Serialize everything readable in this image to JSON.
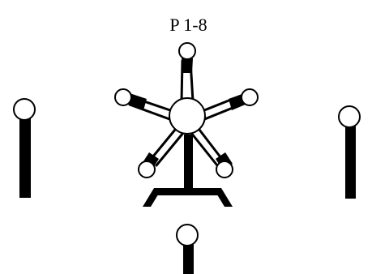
{
  "title": "P 1-8",
  "colors": {
    "stroke": "#000000",
    "fill": "#ffffff"
  },
  "figures": [
    "standing-pin-left",
    "star-wheel-on-stand",
    "standing-pin-right",
    "standing-pin-bottom"
  ]
}
